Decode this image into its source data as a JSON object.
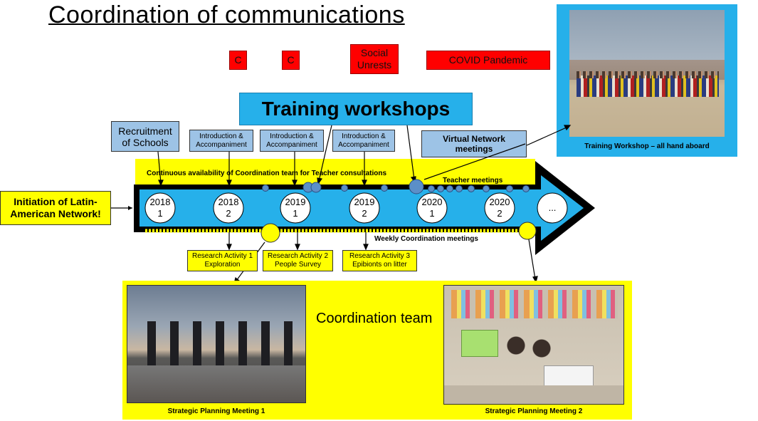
{
  "title": "Coordination of communications",
  "events": [
    {
      "label": "C"
    },
    {
      "label": "C"
    },
    {
      "label": "Social\nUnrests"
    },
    {
      "label": "COVID Pandemic"
    }
  ],
  "training_workshops_label": "Training workshops",
  "recruitment_label": "Recruitment\nof Schools",
  "intro_accompaniment": [
    {
      "label": "Introduction &\nAccompaniment"
    },
    {
      "label": "Introduction &\nAccompaniment"
    },
    {
      "label": "Introduction &\nAccompaniment"
    }
  ],
  "virtual_network_label": "Virtual Network\nmeetings",
  "continuous_availability_label": "Continuous availability of Coordination team for Teacher consultations",
  "teacher_meetings_label": "Teacher meetings",
  "weekly_meetings_label": "Weekly Coordination meetings",
  "initiation_label": "Initiation of Latin-\nAmerican Network!",
  "milestones": [
    {
      "year": "2018",
      "term": "1"
    },
    {
      "year": "2018",
      "term": "2"
    },
    {
      "year": "2019",
      "term": "1"
    },
    {
      "year": "2019",
      "term": "2"
    },
    {
      "year": "2020",
      "term": "1"
    },
    {
      "year": "2020",
      "term": "2"
    },
    {
      "year": "...",
      "term": ""
    }
  ],
  "research_activities": [
    {
      "label": "Research Activity 1\nExploration"
    },
    {
      "label": "Research Activity 2\nPeople Survey"
    },
    {
      "label": "Research Activity 3\nEpibionts on litter"
    }
  ],
  "coordination_team_label": "Coordination team",
  "photos": {
    "training_caption": "Training Workshop – all hand aboard",
    "spm1_caption": "Strategic Planning Meeting 1",
    "spm2_caption": "Strategic Planning Meeting 2"
  },
  "colors": {
    "accent_blue": "#26b0ea",
    "light_blue": "#9dc3e6",
    "yellow": "#ffff00",
    "red": "#ff0000",
    "marker_blue": "#5b8fc8"
  }
}
